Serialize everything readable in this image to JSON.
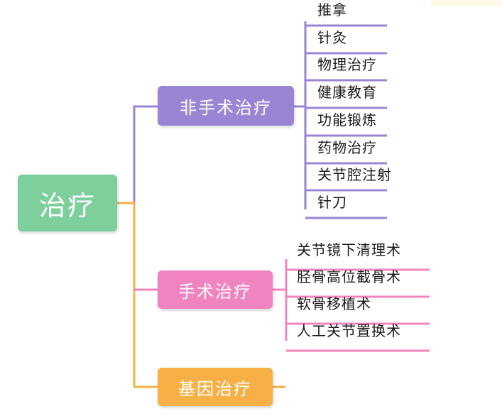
{
  "root": {
    "label": "治疗",
    "color": "#7dcf9c"
  },
  "branches": [
    {
      "label": "非手术治疗",
      "color": "#9b84d4",
      "items": [
        "推拿",
        "针灸",
        "物理治疗",
        "健康教育",
        "功能锻炼",
        "药物治疗",
        "关节腔注射",
        "针刀"
      ]
    },
    {
      "label": "手术治疗",
      "color": "#ef84c1",
      "items": [
        "关节镜下清理术",
        "胫骨高位截骨术",
        "软骨移植术",
        "人工关节置换术"
      ]
    },
    {
      "label": "基因治疗",
      "color": "#f7b046",
      "items": []
    }
  ]
}
